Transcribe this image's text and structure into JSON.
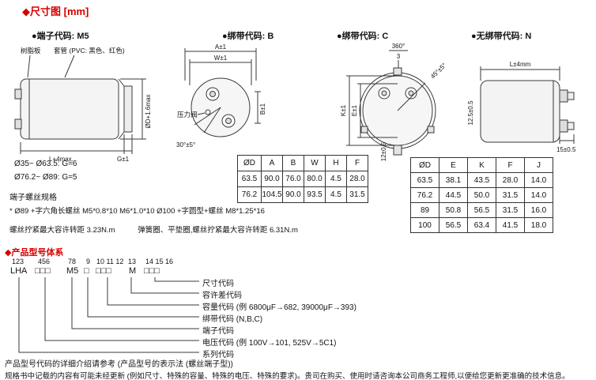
{
  "page": {
    "title": "◆尺寸图 [mm]",
    "model_section_title": "◆产品型号体系",
    "model_ref_note": "产品型号代码的详细介绍请参考 (产品型号的表示法 (螺丝端子型))",
    "footer_note": "规格书中记载的内容有可能未经更新 (例如尺寸、特殊的容量、特殊的电压、特殊的要求)。贵司在购买、使用时请咨询本公司商务工程师,以便给您更新更准确的技术信息。"
  },
  "section_headers": {
    "terminal_m5": "●端子代码: M5",
    "band_b": "●绑带代码: B",
    "band_c": "●绑带代码: C",
    "no_band_n": "●无绑带代码: N"
  },
  "diagram_m5": {
    "resin_board_label": "树脂板",
    "sleeve_label": "套管 (PVC: 黑色、红色)",
    "dim_length": "L+4max.",
    "dim_g": "G±1",
    "dim_diameter": "ØD+1.6max"
  },
  "diagram_b": {
    "dim_a": "A±1",
    "dim_w": "W±1",
    "dim_b": "B±1",
    "dim_angle": "30°±5°",
    "pressure_valve_label": "压力阀"
  },
  "diagram_c": {
    "angle_fraction_numerator": "360°",
    "angle_fraction_denominator": "3",
    "dim_angle_right": "45°±5°",
    "dim_k": "K±1",
    "dim_e": "E±1",
    "dim_clamp": "12±0.5"
  },
  "diagram_n": {
    "dim_length": "L±4mm",
    "dim_terminal_height": "12.5±0.5",
    "dim_bottom": "15±0.5"
  },
  "screw_notes": {
    "range_g6": "Ø35~ Ø63.5: G=6",
    "range_g5": "Ø76.2~ Ø89: G=5",
    "spec_title": "端子螺丝规格",
    "note_screw_types": "* Ø89 +字六角长螺丝 M5*0.8*10 M6*1.0*10  Ø100 +字圆型+螺丝 M8*1.25*16",
    "note_torque_1": "螺丝拧紧最大容许转距 3.23N.m",
    "note_torque_2": "弹簧圈、平垫圈,螺丝拧紧最大容许转距 6.31N.m"
  },
  "table_bw": {
    "headers": [
      "ØD",
      "A",
      "B",
      "W",
      "H",
      "F"
    ],
    "rows": [
      [
        "63.5",
        "90.0",
        "76.0",
        "80.0",
        "4.5",
        "28.0"
      ],
      [
        "76.2",
        "104.5",
        "90.0",
        "93.5",
        "4.5",
        "31.5"
      ]
    ]
  },
  "table_ekfj": {
    "headers": [
      "ØD",
      "E",
      "K",
      "F",
      "J"
    ],
    "rows": [
      [
        "63.5",
        "38.1",
        "43.5",
        "28.0",
        "14.0"
      ],
      [
        "76.2",
        "44.5",
        "50.0",
        "31.5",
        "14.0"
      ],
      [
        "89",
        "50.8",
        "56.5",
        "31.5",
        "16.0"
      ],
      [
        "100",
        "56.5",
        "63.4",
        "41.5",
        "18.0"
      ]
    ]
  },
  "model_system": {
    "positions": {
      "g1": "123",
      "g2": "456",
      "g3": "78",
      "g4": "9",
      "g5": "10 11 12",
      "g6": "13",
      "g7": "14 15 16"
    },
    "code": {
      "g1": "LHA",
      "g2": "□□□",
      "g3": "M5",
      "g4": "□",
      "g5": "□□□",
      "g6": "M",
      "g7": "□□□"
    },
    "labels": [
      "尺寸代码",
      "容许差代码",
      "容量代码 (例 6800μF→682, 39000μF→393)",
      "绑带代码 (N,B,C)",
      "端子代码",
      "电压代码 (例 100V→101, 525V→5C1)",
      "系列代码"
    ]
  }
}
